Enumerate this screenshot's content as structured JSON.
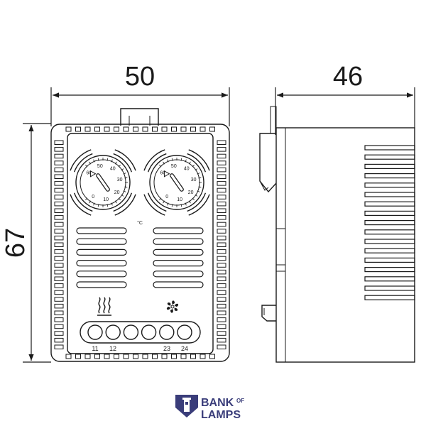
{
  "dimensions": {
    "front_width": "50",
    "side_depth": "46",
    "height": "67"
  },
  "dial_scale": [
    "0",
    "10",
    "20",
    "30",
    "40",
    "50",
    "60"
  ],
  "unit_label": "°C",
  "terminals": {
    "left": [
      "11",
      "12"
    ],
    "right": [
      "23",
      "24"
    ]
  },
  "icons": [
    "heater-icon",
    "fan-icon"
  ],
  "watermark": {
    "line1_bold": "BANK",
    "line1_small": "OF",
    "line2": "LAMPS",
    "color": "#3a3d7a"
  }
}
